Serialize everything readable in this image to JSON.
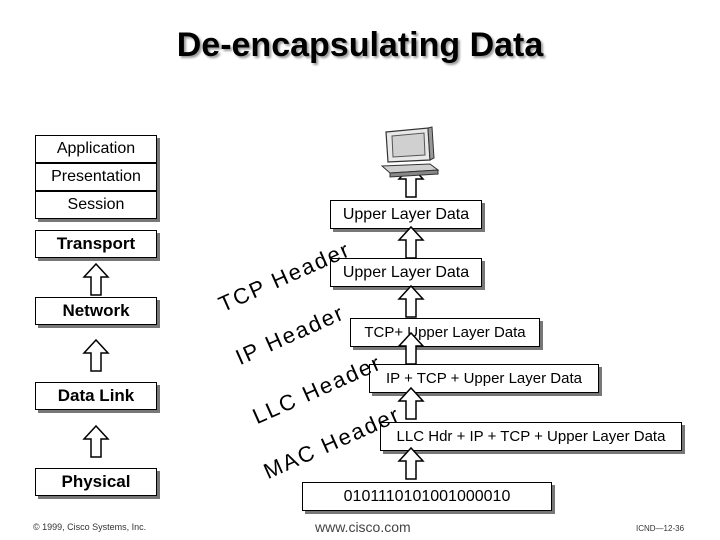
{
  "title": "De-encapsulating Data",
  "layers": {
    "application": "Application",
    "presentation": "Presentation",
    "session": "Session",
    "transport": "Transport",
    "network": "Network",
    "data_link": "Data Link",
    "physical": "Physical"
  },
  "data_units": {
    "upper_data_1": "Upper Layer Data",
    "upper_data_2": "Upper Layer Data",
    "tcp_data": "TCP+ Upper Layer Data",
    "ip_data": "IP + TCP + Upper Layer Data",
    "llc_data": "LLC Hdr + IP + TCP + Upper Layer Data",
    "bits": "0101110101001000010"
  },
  "headers": {
    "tcp": "TCP Header",
    "ip": "IP Header",
    "llc": "LLC Header",
    "mac": "MAC Header"
  },
  "footer": {
    "copyright": "© 1999, Cisco Systems, Inc.",
    "url": "www.cisco.com",
    "slide": "ICND—12-36"
  },
  "icons": {
    "computer": "computer-icon",
    "arrow": "arrow-up-icon"
  },
  "colors": {
    "arrow_fill": "#ffffff",
    "arrow_stroke": "#000000",
    "shadow": "#777777",
    "title_shadow": "#9a9a9a"
  }
}
